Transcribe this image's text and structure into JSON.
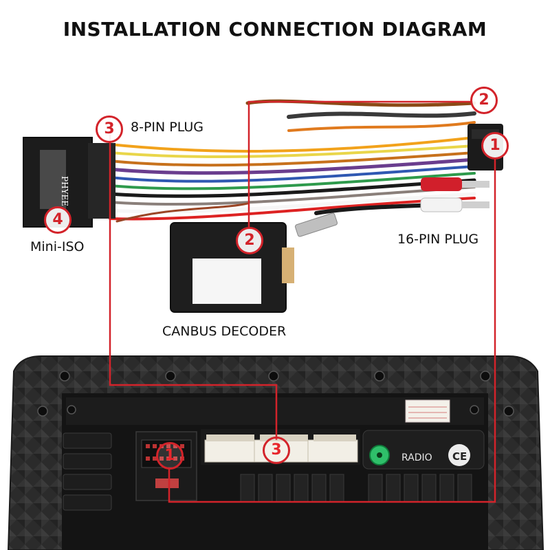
{
  "title": "INSTALLATION CONNECTION DIAGRAM",
  "labels": {
    "eight_pin": "8-PIN PLUG",
    "sixteen_pin": "16-PIN PLUG",
    "mini_iso": "Mini-ISO",
    "canbus": "CANBUS DECODER"
  },
  "badges": {
    "eight_pin": "3",
    "sixteen_pin_top": "2",
    "sixteen_pin_right": "1",
    "mini_iso": "4",
    "decoder": "2",
    "radio_left": "1",
    "radio_center": "3"
  },
  "device_text": {
    "brand": "PHYEE",
    "radio": "RADIO",
    "ce": "CE"
  },
  "colors": {
    "connection_line": "#d3232a",
    "panel": "#2a2a2a",
    "connector": "#f2efe6"
  }
}
